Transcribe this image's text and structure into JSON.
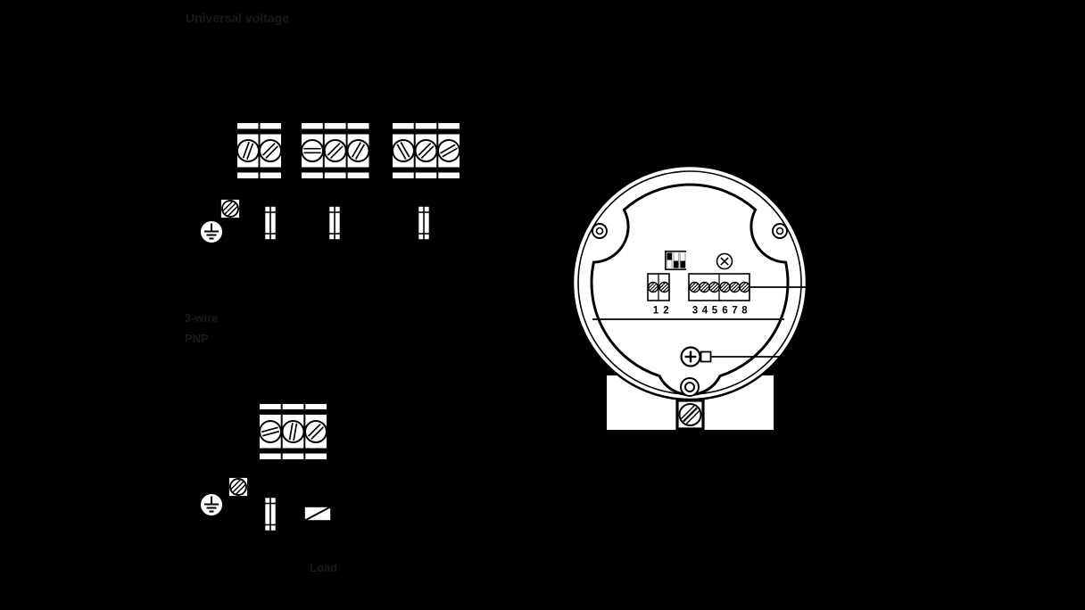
{
  "labels": {
    "top_supply": "Universal voltage",
    "output_type_line1": "3-wire",
    "output_type_line2": "PNP",
    "load": "Load"
  },
  "transmitter": {
    "left_terminals": [
      "1",
      "2"
    ],
    "right_terminals": [
      "3",
      "4",
      "5",
      "6",
      "7",
      "8"
    ]
  },
  "colors": {
    "background": "#000000",
    "diagram_fill": "#ffffff",
    "line_art": "#000000",
    "faint_label": "#191919"
  }
}
